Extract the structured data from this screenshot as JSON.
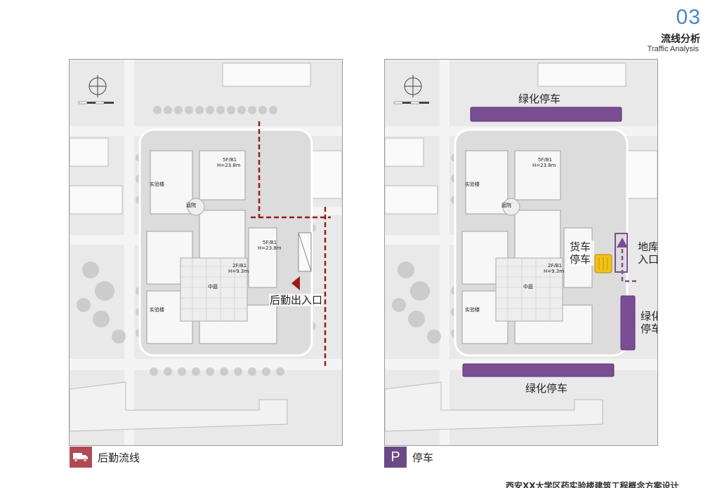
{
  "header": {
    "page_number": "03",
    "title": "流线分析",
    "subtitle": "Traffic Analysis"
  },
  "left_panel": {
    "labels": {
      "exit_entry": "后勤出入口"
    },
    "building_labels": {
      "lab_top": "实验楼",
      "lab_bottom": "实验楼",
      "courtyard": "庭院",
      "central_court": "中庭",
      "floors_a": "5F/B1",
      "height_a": "H=23.8m",
      "floors_b": "5F/B1",
      "height_b": "H=23.8m",
      "floors_c": "2F/B1",
      "height_c": "H=9.3m"
    },
    "legend": {
      "icon": "truck-icon",
      "label": "后勤流线",
      "color": "#b04a55"
    },
    "route_color": "#9a1b1b"
  },
  "right_panel": {
    "labels": {
      "green_parking_top": "绿化停车",
      "green_parking_bottom": "绿化停车",
      "green_parking_side": "绿化停车",
      "truck_parking": "货车停车",
      "garage_entry": "地库入口"
    },
    "building_labels": {
      "lab_top": "实验楼",
      "lab_bottom": "实验楼",
      "courtyard": "庭院",
      "central_court": "中庭",
      "floors_a": "5F/B1",
      "height_a": "H=23.8m",
      "floors_c": "2F/B1",
      "height_c": "H=9.3m"
    },
    "legend": {
      "icon_letter": "P",
      "label": "停车",
      "color": "#6a4a86"
    },
    "parking_color": "#7b4d92",
    "truck_color": "#f2c21a"
  },
  "footer": {
    "text": "西安XX大学区药实验楼建筑工程概念方案设计"
  }
}
